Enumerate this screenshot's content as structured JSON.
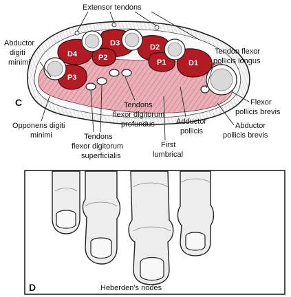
{
  "panel_c": {
    "letter": "C",
    "bones": [
      "D4",
      "D3",
      "D2",
      "P3",
      "P2",
      "P1",
      "D1"
    ],
    "labels": {
      "extensor_tendons": "Extensor tendons",
      "abductor_digiti_minimi_1": "Abductor",
      "abductor_digiti_minimi_2": "digiti",
      "abductor_digiti_minimi_3": "minimi",
      "tendon_flexor_pollicis_longus_1": "Tendon flexor",
      "tendon_flexor_pollicis_longus_2": "pollicis longus",
      "tendons_fdp_1": "Tendons",
      "tendons_fdp_2": "flexor digitorum",
      "tendons_fdp_3": "profundus",
      "flexor_pollicis_brevis_1": "Flexor",
      "flexor_pollicis_brevis_2": "pollicis brevis",
      "adductor_pollicis_1": "Adductor",
      "adductor_pollicis_2": "pollicis",
      "abductor_pollicis_brevis_1": "Abductor",
      "abductor_pollicis_brevis_2": "pollicis brevis",
      "opponens_digiti_minimi_1": "Opponens digiti",
      "opponens_digiti_minimi_2": "minimi",
      "first_lumbrical_1": "First",
      "first_lumbrical_2": "lumbrical",
      "tendons_fds_1": "Tendons",
      "tendons_fds_2": "flexor digitorum",
      "tendons_fds_3": "superficialis"
    },
    "colors": {
      "bone": "#b21a24",
      "muscle": "#e8aab2",
      "skin": "#f4f4f4"
    }
  },
  "panel_d": {
    "letter": "D",
    "caption": "Heberden’s nodes"
  }
}
